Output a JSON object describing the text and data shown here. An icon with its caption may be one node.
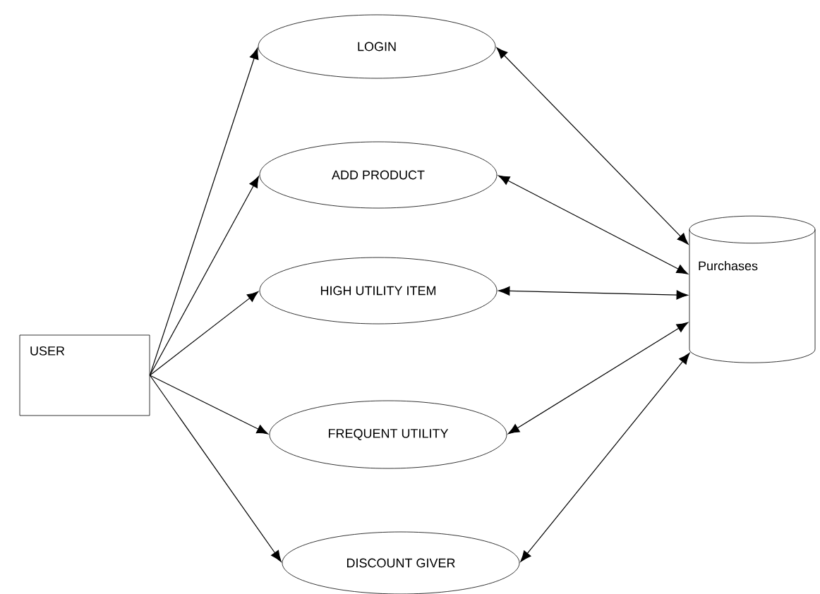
{
  "diagram": {
    "nodes": [
      {
        "text": [
          "USER"
        ]
      },
      {
        "text": [
          "LOGIN"
        ]
      },
      {
        "text": [
          "ADD PRODUCT"
        ]
      },
      {
        "text": [
          "HIGH UTILITY ITEM"
        ]
      },
      {
        "text": [
          "FREQUENT UTILITY"
        ]
      },
      {
        "text": [
          "DISCOUNT GIVER"
        ]
      },
      {
        "text": [
          "Purchases"
        ]
      }
    ],
    "edges": [
      {
        "from": 0,
        "to": 1,
        "arrow": "to"
      },
      {
        "from": 0,
        "to": 2,
        "arrow": "to"
      },
      {
        "from": 0,
        "to": 3,
        "arrow": "to"
      },
      {
        "from": 0,
        "to": 4,
        "arrow": "to"
      },
      {
        "from": 0,
        "to": 5,
        "arrow": "to"
      },
      {
        "from": 6,
        "to": 1,
        "arrow": "both"
      },
      {
        "from": 6,
        "to": 2,
        "arrow": "both"
      },
      {
        "from": 6,
        "to": 3,
        "arrow": "both"
      },
      {
        "from": 6,
        "to": 4,
        "arrow": "both"
      },
      {
        "from": 6,
        "to": 5,
        "arrow": "both"
      }
    ]
  }
}
